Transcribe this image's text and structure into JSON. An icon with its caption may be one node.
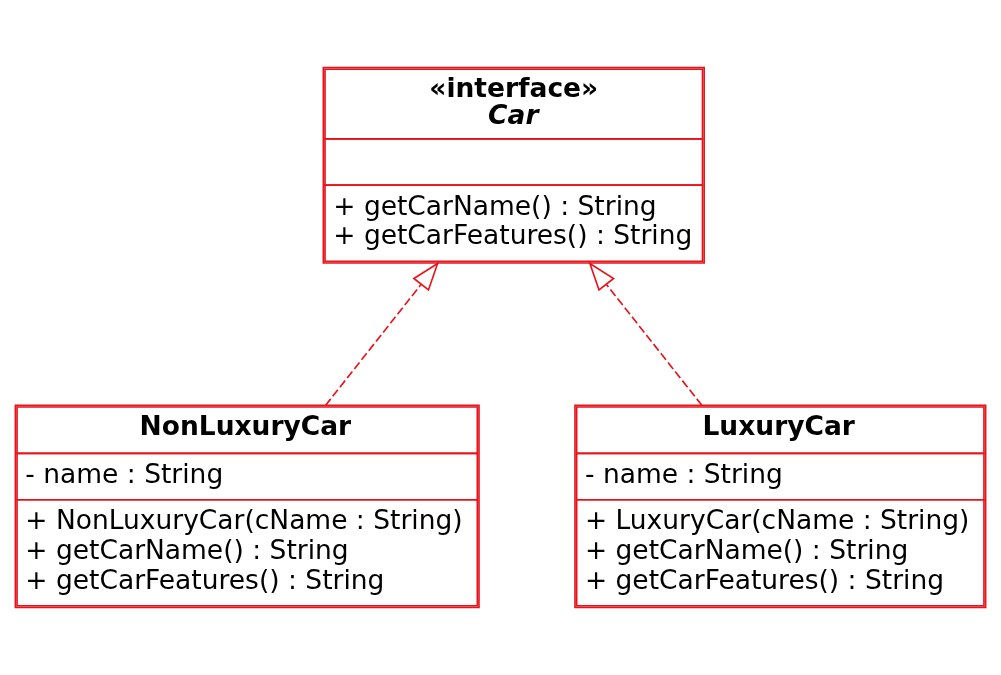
{
  "diagram": {
    "nodes": [
      {
        "text": [
          "«interface»",
          "Car",
          "+ getCarName() : String",
          "+ getCarFeatures() : String"
        ]
      },
      {
        "text": [
          "NonLuxuryCar",
          "- name : String",
          "+ NonLuxuryCar(cName : String)",
          "+ getCarName() : String",
          "+ getCarFeatures() : String"
        ]
      },
      {
        "text": [
          "LuxuryCar",
          "- name : String",
          "+ LuxuryCar(cName : String)",
          "+ getCarName() : String",
          "+ getCarFeatures() : String"
        ]
      }
    ],
    "edges": [
      {
        "from": 1,
        "to": 0,
        "arrow": "to",
        "style": "dashed"
      },
      {
        "from": 2,
        "to": 0,
        "arrow": "to",
        "style": "dashed"
      }
    ]
  }
}
